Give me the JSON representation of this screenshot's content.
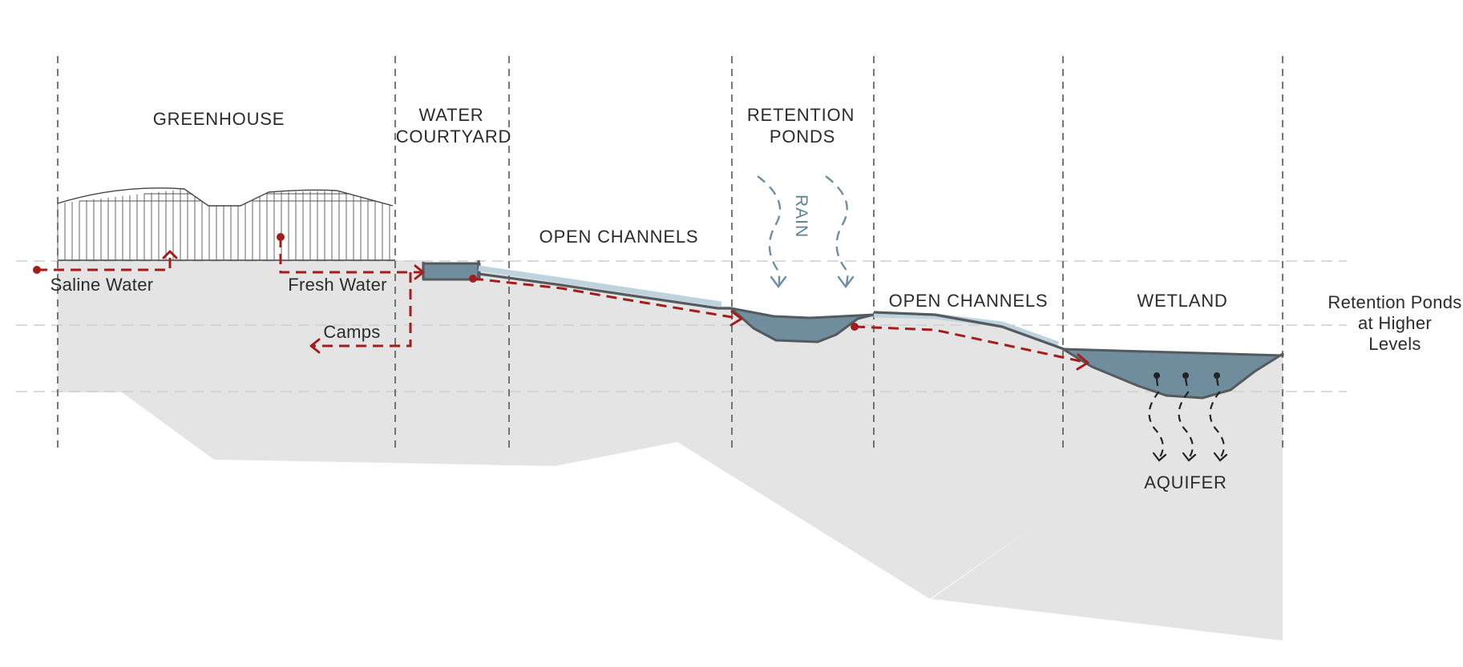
{
  "zones": {
    "greenhouse": "GREENHOUSE",
    "water_courtyard_line1": "WATER",
    "water_courtyard_line2": "COURTYARD",
    "open_channels_upper": "OPEN CHANNELS",
    "retention_ponds_line1": "RETENTION",
    "retention_ponds_line2": "PONDS",
    "open_channels_lower": "OPEN CHANNELS",
    "wetland": "WETLAND"
  },
  "flows": {
    "saline_water": "Saline Water",
    "fresh_water": "Fresh Water",
    "camps": "Camps"
  },
  "rain_label": "RAIN",
  "aquifer_label": "AQUIFER",
  "side_note": {
    "line1": "Retention Ponds",
    "line2": "at Higher",
    "line3": "Levels"
  },
  "colors": {
    "ground": "#e4e4e4",
    "water": "#6f8d9d",
    "flow": "#a31d1d",
    "rain": "#6d8fa0",
    "terrain_line": "#555a5e"
  },
  "icons": [
    "flow-arrow",
    "rain-arrow",
    "seep-arrow",
    "flow-source-dot"
  ]
}
